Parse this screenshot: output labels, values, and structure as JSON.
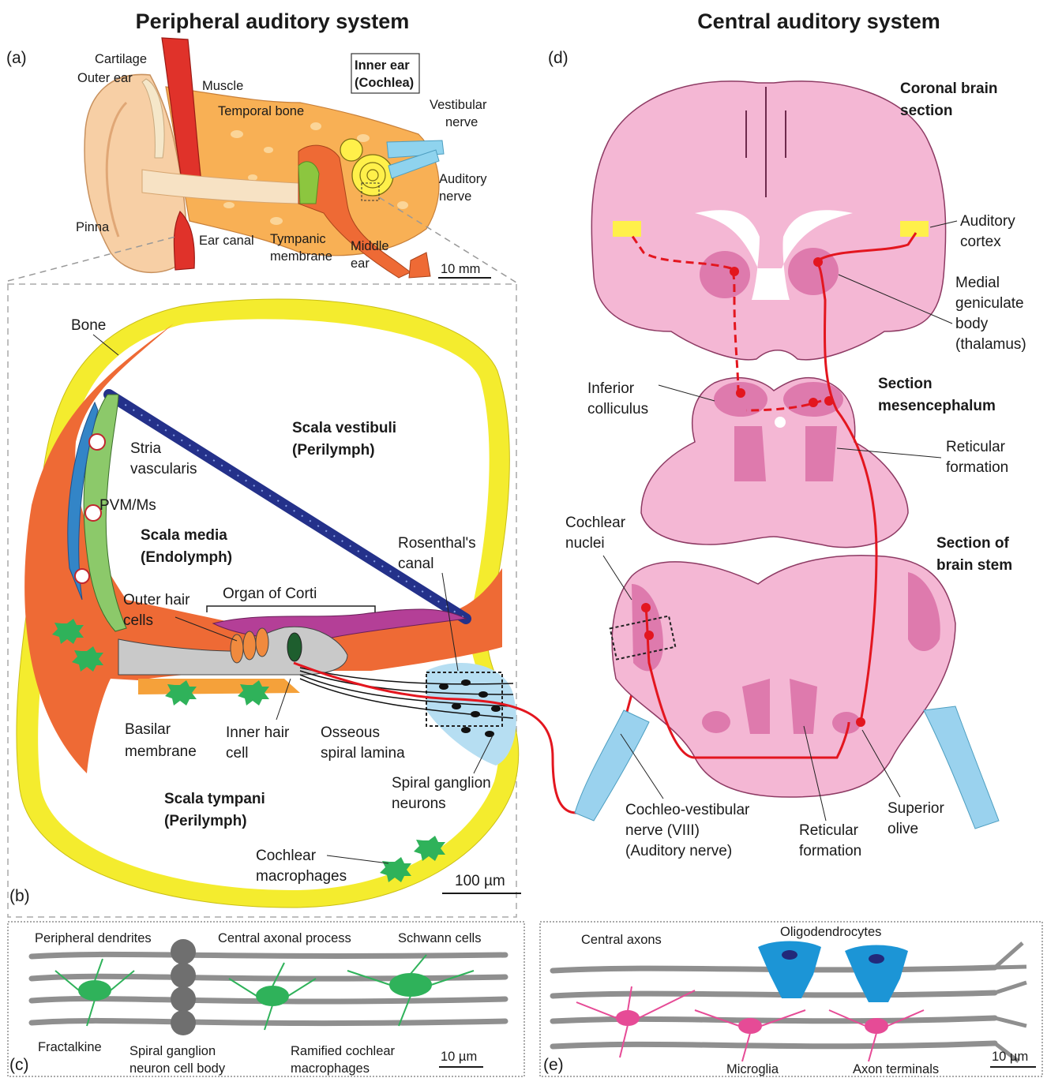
{
  "headers": {
    "left": "Peripheral auditory system",
    "right": "Central auditory system"
  },
  "panel_letters": {
    "a": "(a)",
    "b": "(b)",
    "c": "(c)",
    "d": "(d)",
    "e": "(e)"
  },
  "panel_a": {
    "labels": {
      "cartilage": "Cartilage",
      "outer_ear": "Outer ear",
      "muscle": "Muscle",
      "temporal_bone": "Temporal bone",
      "inner_ear_1": "Inner ear",
      "inner_ear_2": "(Cochlea)",
      "vestibular_1": "Vestibular",
      "vestibular_2": "nerve",
      "auditory_1": "Auditory",
      "auditory_2": "nerve",
      "pinna": "Pinna",
      "ear_canal": "Ear canal",
      "tympanic_1": "Tympanic",
      "tympanic_2": "membrane",
      "middle_1": "Middle",
      "middle_2": "ear"
    },
    "scale": "10 mm"
  },
  "panel_b": {
    "labels": {
      "bone": "Bone",
      "scala_vestibuli_1": "Scala vestibuli",
      "scala_vestibuli_2": "(Perilymph)",
      "stria_1": "Stria",
      "stria_2": "vascularis",
      "pvm": "PVM/Ms",
      "scala_media_1": "Scala media",
      "scala_media_2": "(Endolymph)",
      "rosenthal_1": "Rosenthal's",
      "rosenthal_2": "canal",
      "organ": "Organ of Corti",
      "outer_hair_1": "Outer hair",
      "outer_hair_2": "cells",
      "basilar_1": "Basilar",
      "basilar_2": "membrane",
      "inner_hair_1": "Inner hair",
      "inner_hair_2": "cell",
      "osseous_1": "Osseous",
      "osseous_2": "spiral lamina",
      "sgn_1": "Spiral ganglion",
      "sgn_2": "neurons",
      "scala_tympani_1": "Scala tympani",
      "scala_tympani_2": "(Perilymph)",
      "macrophages_1": "Cochlear",
      "macrophages_2": "macrophages"
    },
    "scale": "100 µm"
  },
  "panel_c": {
    "labels": {
      "peripheral_dendrites": "Peripheral dendrites",
      "central_axonal": "Central axonal process",
      "schwann": "Schwann cells",
      "fractalkine": "Fractalkine",
      "sgn_body_1": "Spiral ganglion",
      "sgn_body_2": "neuron cell body",
      "ramified_1": "Ramified cochlear",
      "ramified_2": "macrophages"
    },
    "scale": "10 µm"
  },
  "panel_d": {
    "labels": {
      "coronal_1": "Coronal brain",
      "coronal_2": "section",
      "aud_cortex_1": "Auditory",
      "aud_cortex_2": "cortex",
      "mgb_1": "Medial",
      "mgb_2": "geniculate",
      "mgb_3": "body",
      "mgb_4": "(thalamus)",
      "inf_coll_1": "Inferior",
      "inf_coll_2": "colliculus",
      "mesen_1": "Section",
      "mesen_2": "mesencephalum",
      "retic_1": "Reticular",
      "retic_2": "formation",
      "coch_nuc_1": "Cochlear",
      "coch_nuc_2": "nuclei",
      "brainstem_1": "Section of",
      "brainstem_2": "brain stem",
      "cvn_1": "Cochleo-vestibular",
      "cvn_2": "nerve (VIII)",
      "cvn_3": "(Auditory nerve)",
      "retic_b_1": "Reticular",
      "retic_b_2": "formation",
      "sup_olive_1": "Superior",
      "sup_olive_2": "olive"
    }
  },
  "panel_e": {
    "labels": {
      "central_axons": "Central axons",
      "oligodendrocytes": "Oligodendrocytes",
      "microglia": "Microglia",
      "axon_terminals": "Axon terminals"
    },
    "scale": "10 µm"
  },
  "colors": {
    "skin": "#f7cfa5",
    "bone": "#f8b055",
    "muscle": "#e0322a",
    "cochlea": "#fff04a",
    "nerve_blue": "#8fd3ee",
    "cochlear_wall": "#ee6a35",
    "perimeter": "#f4ec2e",
    "membrane_blue": "#24318a",
    "macrophage": "#2fb25a",
    "brain": "#f4b7d4",
    "brain_dark": "#de7aad",
    "pathway": "#e3161f",
    "axon": "#9a9a9a",
    "oligo": "#1c95d6",
    "microglia": "#e64b96"
  }
}
